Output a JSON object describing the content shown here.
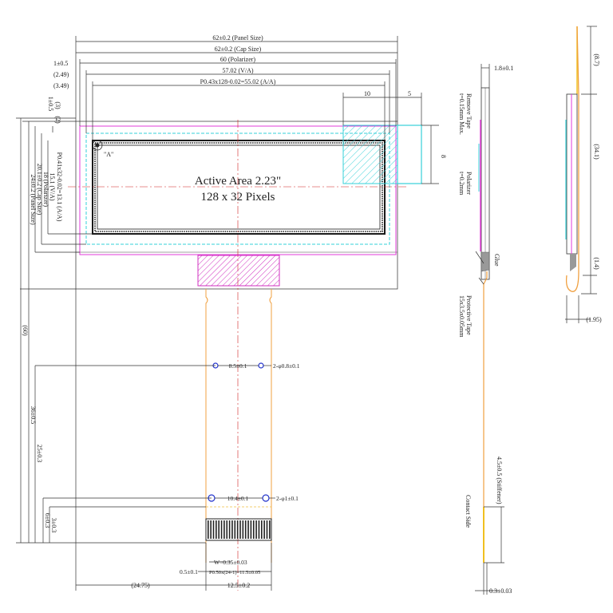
{
  "front": {
    "panel_size": "62±0.2 (Panel Size)",
    "cap_size": "62±0.2 (Cap Size)",
    "polarizer": "60 (Polarizer)",
    "va": "57.02 (V/A)",
    "aa": "P0.43x128-0.02=55.02 (A/A)",
    "left_1": "1±0.5",
    "left_2": "(2.49)",
    "left_3": "(3.49)",
    "dim_10": "10",
    "dim_5": "5",
    "dim_8": "8",
    "pixel_label": "\"A\"",
    "active_area": "Active Area 2.23\"",
    "pixels": "128 x 32 Pixels",
    "v_1": "1±0.5",
    "v_2": "(2)",
    "v_3": "(3)",
    "v_aa": "P0.41x32-0.02=13.1 (A/A)",
    "v_va": "15.1 (V/A)",
    "v_pol": "18 (Polarizer)",
    "v_cap": "20.1±0.2 (Cap Size)",
    "v_panel": "24±0.2 (Panel Size)",
    "v_60": "(60)",
    "v_36": "36±0.5",
    "v_25": "25±0.3",
    "v_6": "6±0.3",
    "v_3b": "3±0.3",
    "hole_1_pitch": "8.5±0.1",
    "hole_1_dia": "2-φ0.8±0.1",
    "hole_2_pitch": "10.4±0.1",
    "hole_2_dia": "2-φ1±0.1",
    "w_label": "W=0.35±0.03",
    "pitch_label": "P0.50x(24-1)=11.5±0.05",
    "b_05": "0.5±0.1",
    "b_2475": "(24.75)",
    "b_125": "12.5±0.2"
  },
  "side": {
    "thickness": "1.8±0.1",
    "remove_tape": "Remove Tape",
    "remove_tape_t": "t=0.15mm Max.",
    "polarizer": "Polarizer",
    "polarizer_t": "t=0.2mm",
    "glue": "Glue",
    "protective_tape": "Protective Tape",
    "protective_tape_size": "15x3.5x0.05mm",
    "stiffener": "4.5±0.5 (Stiffener)",
    "contact_side": "Contact Side",
    "fpc_t": "0.3±0.03"
  },
  "bent": {
    "d_87": "(8.7)",
    "d_341": "(34.1)",
    "d_14": "(1.4)",
    "d_195": "(1.95)"
  },
  "colors": {
    "polarizer": "#e23bd8",
    "va": "#36d0d8",
    "aa": "#1a1a1a",
    "centerline": "#d02020",
    "fpc": "#f0a040",
    "ic": "#d030c0",
    "hole": "#2233cc"
  }
}
